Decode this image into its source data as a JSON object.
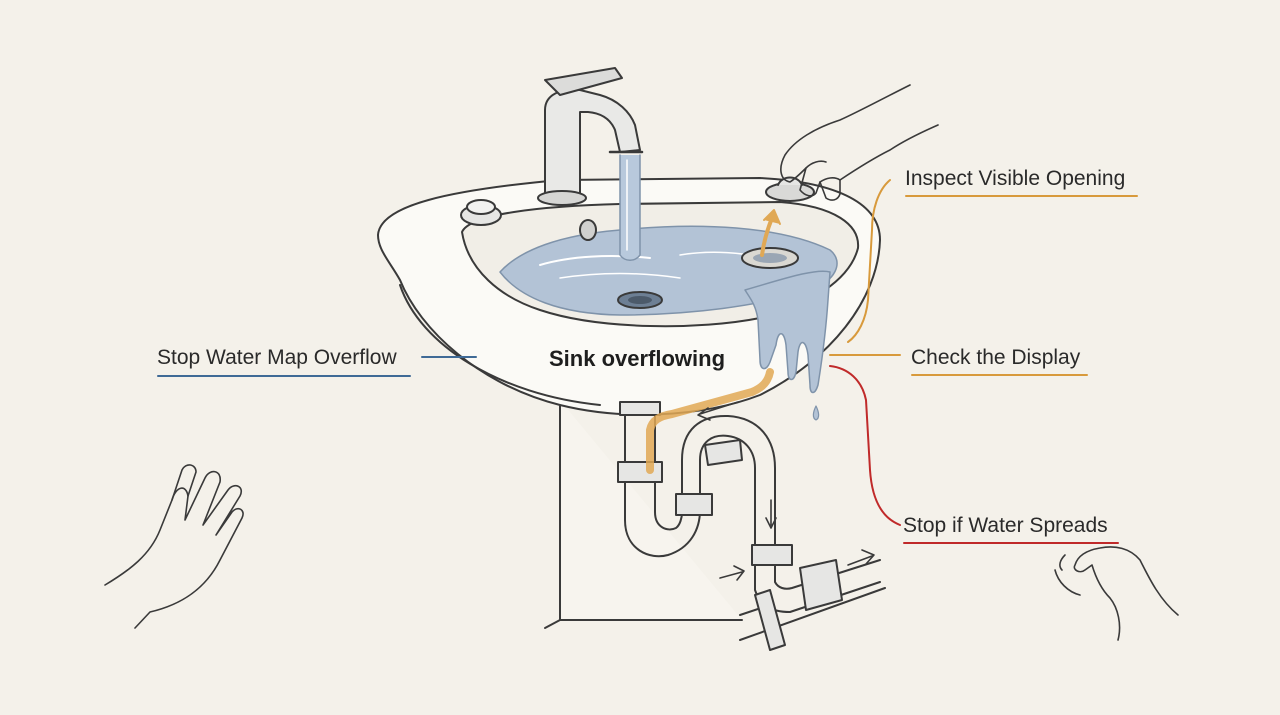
{
  "diagram": {
    "center_label": "Sink overflowing",
    "callouts": [
      {
        "id": "left",
        "text": "Stop Water Map Overflow",
        "color": "#3f6a96"
      },
      {
        "id": "top-right",
        "text": "Inspect Visible Opening",
        "color": "#d89a3c"
      },
      {
        "id": "mid-right",
        "text": "Check the Display",
        "color": "#d89a3c"
      },
      {
        "id": "bottom-right",
        "text": "Stop if Water Spreads",
        "color": "#c02a2a"
      }
    ]
  },
  "colors": {
    "background": "#f4f1ea",
    "ink": "#3a3a3a",
    "water": "#aebfd3",
    "pipe_highlight": "#e0a855",
    "left_callout": "#3f6a96",
    "orange_callout": "#d89a3c",
    "red_callout": "#c02a2a"
  }
}
